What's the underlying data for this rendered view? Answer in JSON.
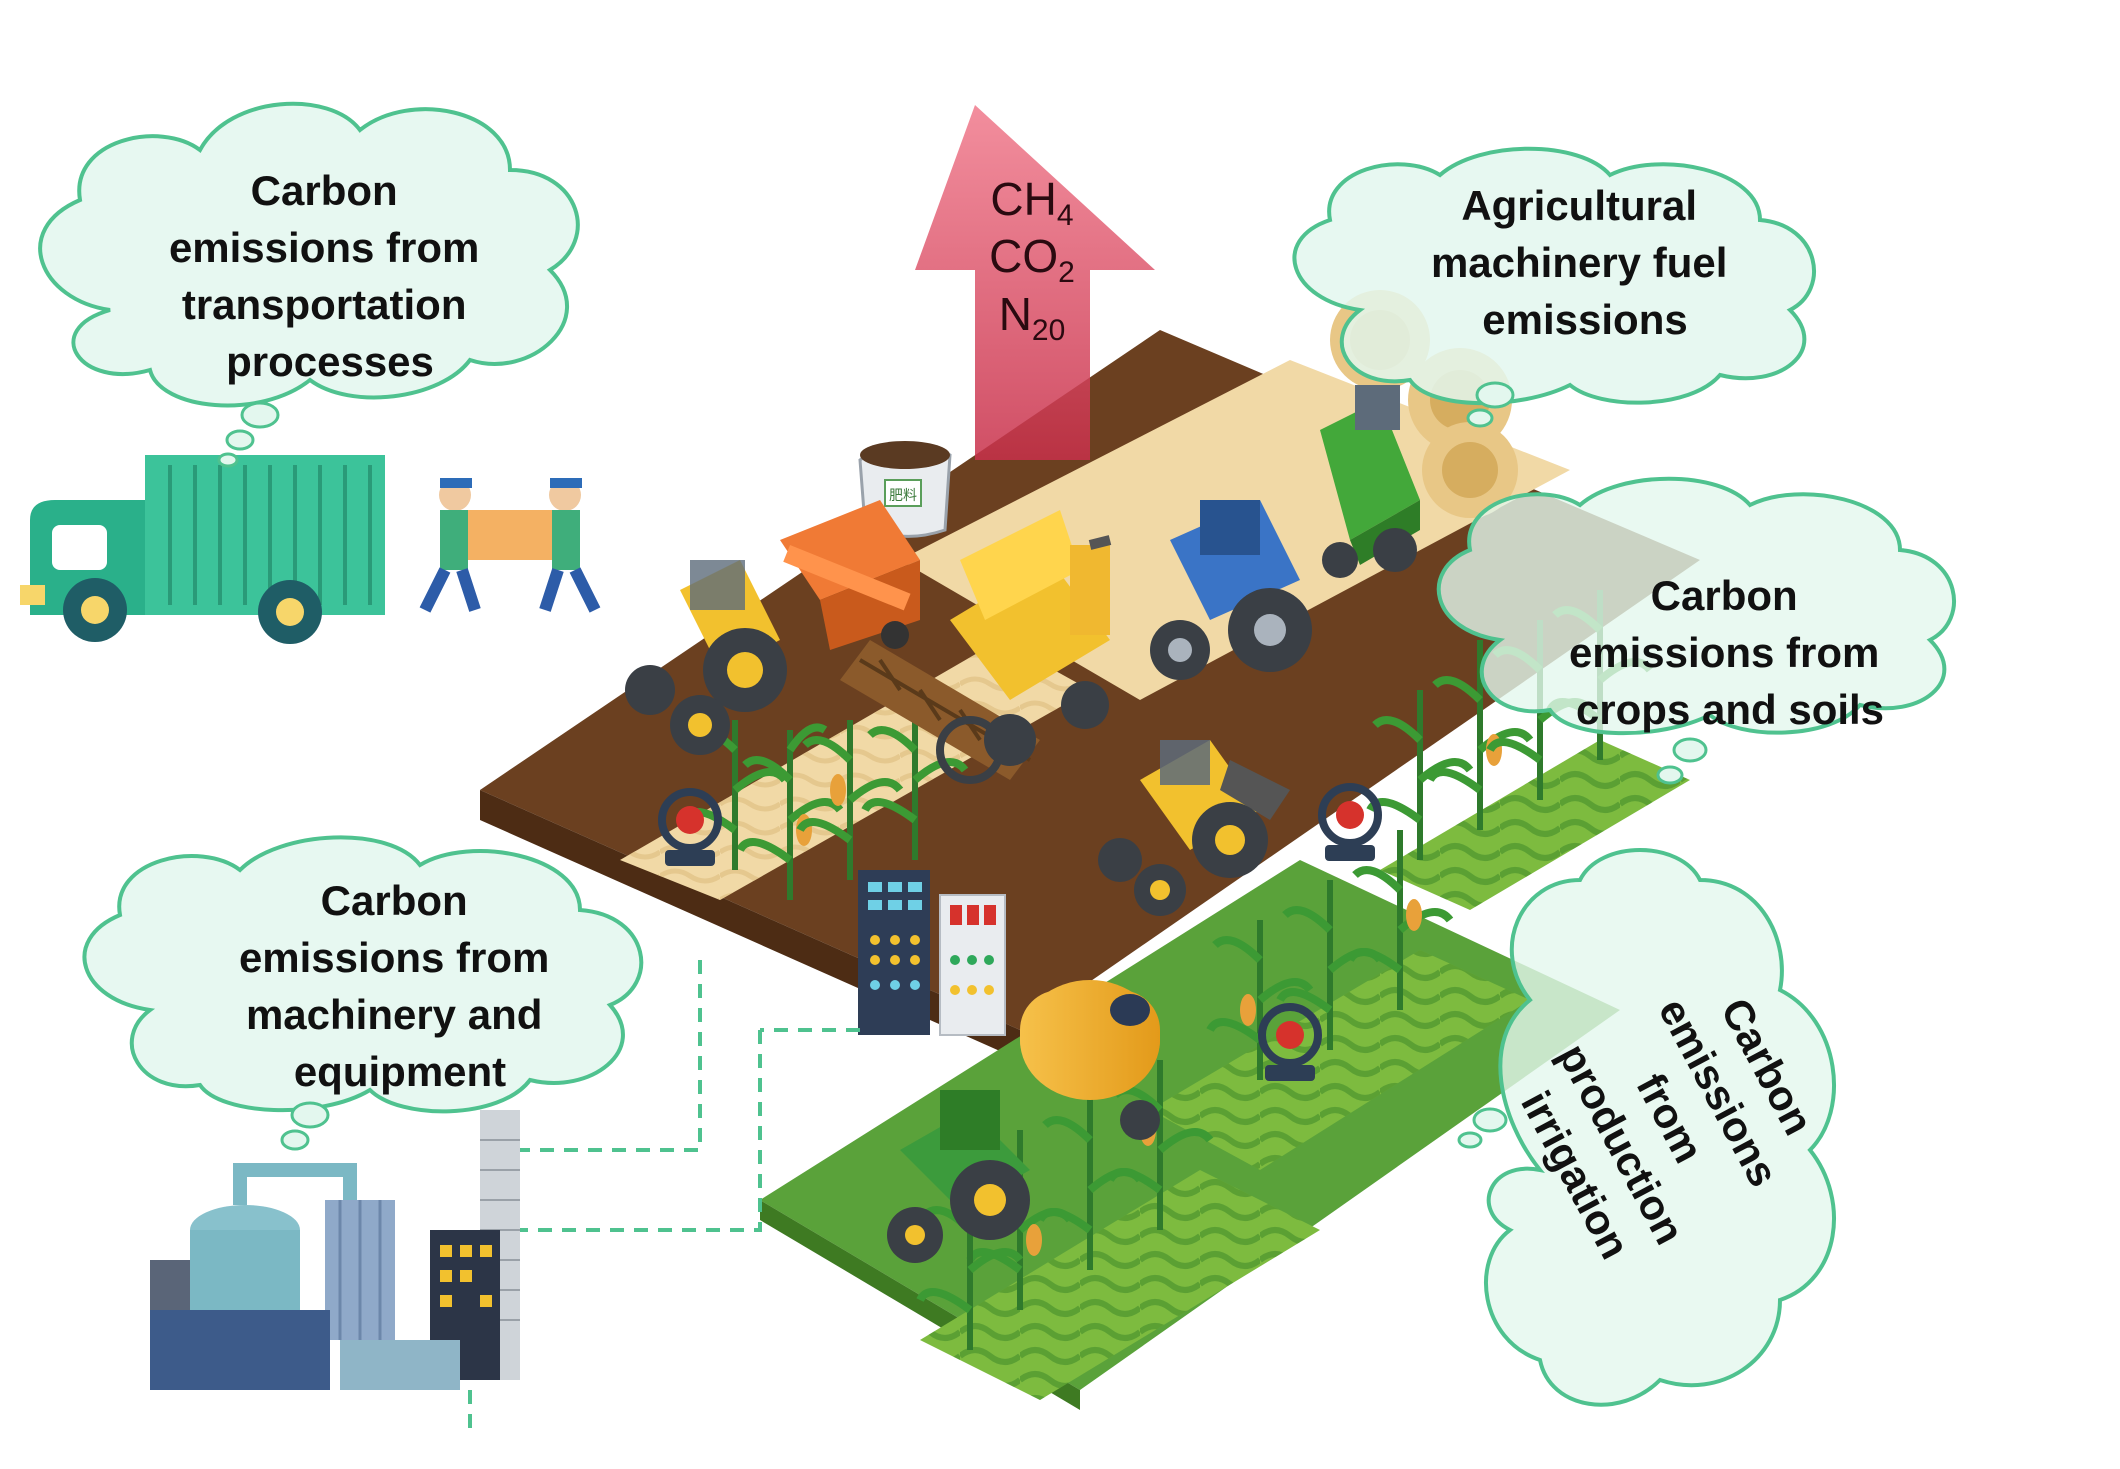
{
  "arrow": {
    "gases": [
      {
        "base": "CH",
        "sub": "4"
      },
      {
        "base": "CO",
        "sub": "2"
      },
      {
        "base": "N",
        "sub": "20"
      }
    ]
  },
  "clouds": {
    "transportation": [
      "Carbon",
      "emissions from",
      "transportation",
      "processes"
    ],
    "machinery_fuel": [
      "Agricultural",
      "machinery fuel",
      "emissions"
    ],
    "crops_soils": [
      "Carbon",
      "emissions from",
      "crops and soils"
    ],
    "machinery_equipment": [
      "Carbon",
      "emissions from",
      "machinery and",
      "equipment"
    ],
    "irrigation": [
      "Carbon",
      "emissions",
      "from",
      "production",
      "irrigation"
    ]
  },
  "labels": {
    "fertilizer_bag": "肥料"
  },
  "colors": {
    "cloud_fill": "#e3f7ee",
    "cloud_stroke": "#4fc28f",
    "arrow": "#e4566f",
    "soil": "#6b4020",
    "field_green": "#5aa23a",
    "straw": "#f1d9a6"
  }
}
